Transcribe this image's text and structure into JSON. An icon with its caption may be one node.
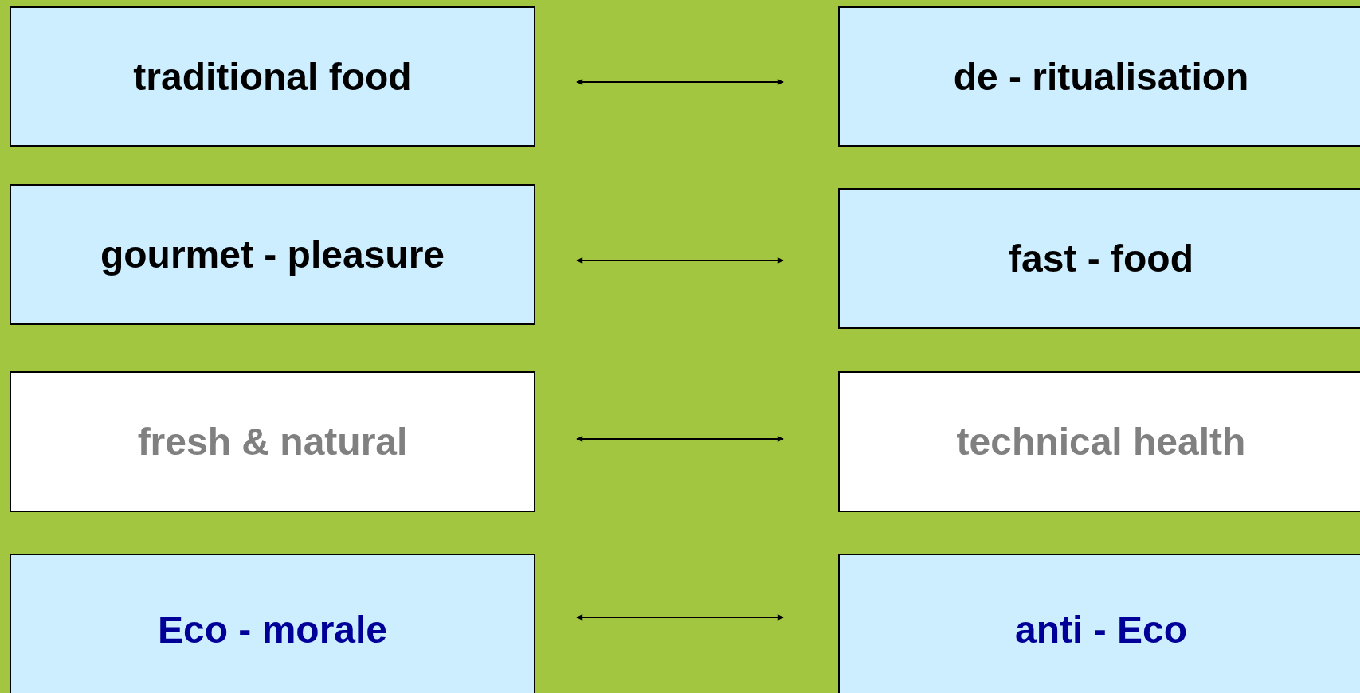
{
  "diagram": {
    "nodes": [
      {
        "text": [
          "traditional food"
        ]
      },
      {
        "text": [
          "de - ritualisation"
        ]
      },
      {
        "text": [
          "gourmet - pleasure"
        ]
      },
      {
        "text": [
          "fast - food"
        ]
      },
      {
        "text": [
          "fresh & natural"
        ]
      },
      {
        "text": [
          "technical health"
        ]
      },
      {
        "text": [
          "Eco - morale"
        ]
      },
      {
        "text": [
          "anti - Eco"
        ]
      }
    ],
    "edges": [
      {
        "from": 0,
        "to": 1,
        "arrow": "both"
      },
      {
        "from": 2,
        "to": 3,
        "arrow": "both"
      },
      {
        "from": 4,
        "to": 5,
        "arrow": "both"
      },
      {
        "from": 6,
        "to": 7,
        "arrow": "both"
      }
    ]
  }
}
